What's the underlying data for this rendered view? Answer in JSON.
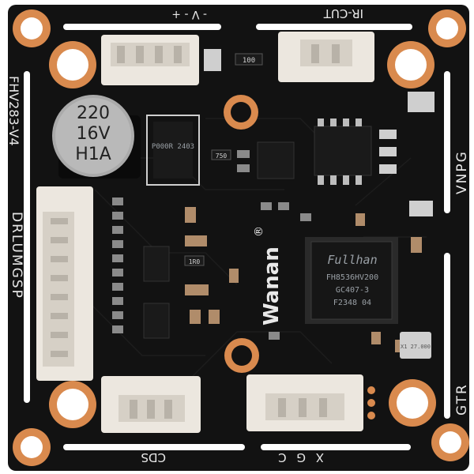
{
  "board": {
    "model_label": "FHV283-V4",
    "left_pins_label": "DRLUMGSP",
    "right_pins_label": "VNPG",
    "right_bottom_label": "GTR",
    "top_left_label": "- V - +",
    "top_right_label": "IR-CUT",
    "bottom_left_label": "CDS",
    "bottom_right_label": "X G C",
    "brand_label": "Wanan",
    "registered_mark": "®"
  },
  "capacitor": {
    "line1": "220",
    "line2": "16V",
    "line3": "H1A"
  },
  "processor": {
    "brand": "Fullhan",
    "part": "FH8536HV200",
    "line2": "GC407-3",
    "line3": "F2348 04"
  },
  "inductor_label": "P000R 2403",
  "resistor_labels": {
    "r_top": "100",
    "r_mid": "750",
    "r_left": "1R0"
  },
  "crystal_label": "X1 27.000",
  "colors": {
    "pcb": "#121212",
    "copper_ring": "#d98a4e",
    "connector": "#ece7df",
    "bg": "#ffffff"
  }
}
